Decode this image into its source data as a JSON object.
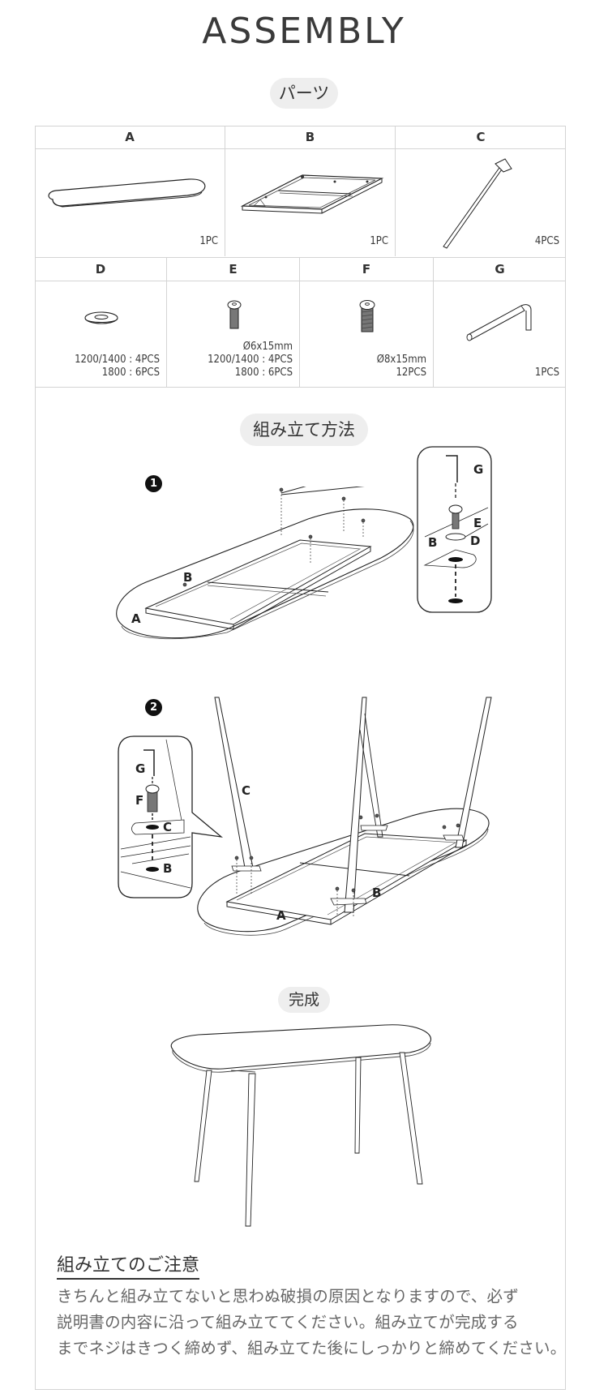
{
  "title": "ASSEMBLY",
  "parts_section": {
    "label": "パーツ",
    "rows": [
      [
        {
          "letter": "A",
          "name": "tabletop",
          "qty_lines": [
            "1PC"
          ]
        },
        {
          "letter": "B",
          "name": "frame",
          "qty_lines": [
            "1PC"
          ]
        },
        {
          "letter": "C",
          "name": "leg",
          "qty_lines": [
            "4PCS"
          ]
        }
      ],
      [
        {
          "letter": "D",
          "name": "washer",
          "qty_lines": [
            "1200/1400 : 4PCS",
            "1800 : 6PCS"
          ]
        },
        {
          "letter": "E",
          "name": "bolt-small",
          "qty_lines": [
            "Ø6x15mm",
            "1200/1400 : 4PCS",
            "1800 : 6PCS"
          ]
        },
        {
          "letter": "F",
          "name": "bolt-large",
          "qty_lines": [
            "Ø8x15mm",
            "12PCS"
          ]
        },
        {
          "letter": "G",
          "name": "hex-key",
          "qty_lines": [
            "1PCS"
          ]
        }
      ]
    ]
  },
  "method_section": {
    "label": "組み立て方法",
    "steps": [
      {
        "number": "1",
        "labels": {
          "tabletop": "A",
          "frame": "B"
        },
        "detail_labels": {
          "key": "G",
          "bolt": "E",
          "washer": "D",
          "frame": "B"
        }
      },
      {
        "number": "2",
        "labels": {
          "tabletop": "A",
          "frame": "B",
          "leg": "C"
        },
        "detail_labels": {
          "key": "G",
          "bolt": "F",
          "leg_plate": "C",
          "frame": "B"
        }
      }
    ]
  },
  "done_section": {
    "label": "完成"
  },
  "notes": {
    "title": "組み立てのご注意",
    "lines": [
      "きちんと組み立てないと思わぬ破損の原因となりますので、必ず",
      "説明書の内容に沿って組み立ててください。組み立てが完成する",
      "までネジはきつく締めず、組み立てた後にしっかりと締めてください。"
    ]
  },
  "colors": {
    "border": "#d4d4d4",
    "pill_bg": "#eeeeee",
    "text_dark": "#333333",
    "text_body": "#666666"
  }
}
